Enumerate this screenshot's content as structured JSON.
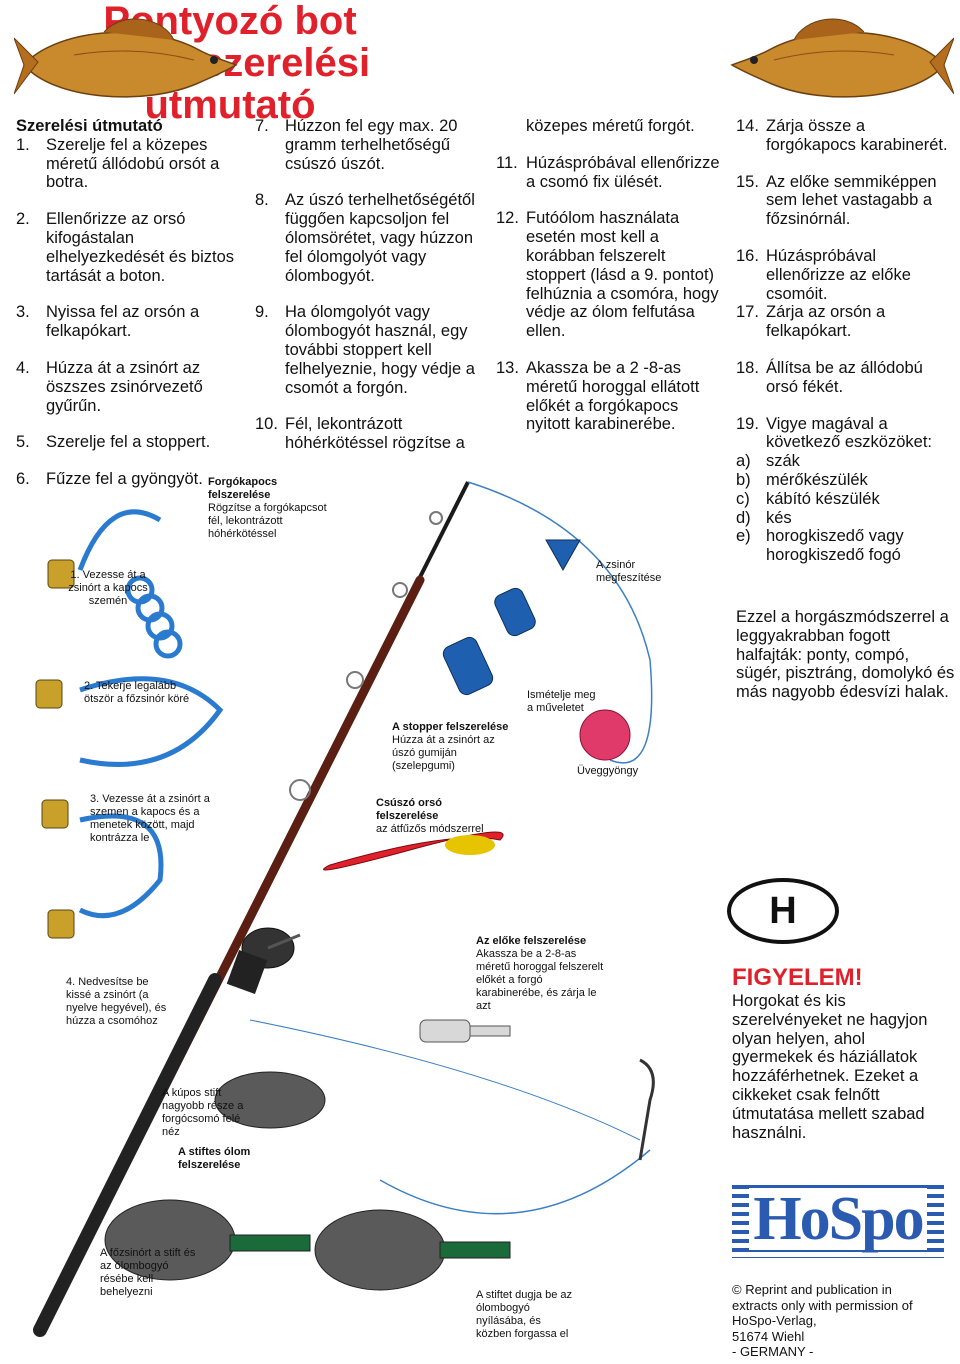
{
  "header": {
    "title_line1": "Pontyozó bot",
    "title_line2": "összeszerelési útmutató"
  },
  "col1": {
    "heading": "Szerelési útmutató",
    "items": [
      {
        "n": "1.",
        "t": "Szerelje fel a közepes méretű állódobú orsót a botra."
      },
      {
        "n": "2.",
        "t": "Ellenőrizze az orsó kifogástalan elhelyezkedését és biztos tartását a boton."
      },
      {
        "n": "3.",
        "t": "Nyissa fel az orsón a felkapókart."
      },
      {
        "n": "4.",
        "t": "Húzza át a zsinórt az öszszes zsinórvezető gyűrűn."
      },
      {
        "n": "5.",
        "t": "Szerelje fel a stoppert."
      },
      {
        "n": "6.",
        "t": "Fűzze fel a gyöngyöt."
      }
    ]
  },
  "col2": {
    "items": [
      {
        "n": "7.",
        "t": "Húzzon fel egy max. 20 gramm terhelhetőségű csúszó úszót."
      },
      {
        "n": "8.",
        "t": "Az úszó terhelhetőségétől függően kapcsoljon fel ólomsörétet, vagy húzzon fel ólomgolyót vagy ólombogyót."
      },
      {
        "n": "9.",
        "t": "Ha ólomgolyót vagy ólombogyót használ, egy további stoppert kell felhelyeznie, hogy védje a csomót a forgón."
      },
      {
        "n": "10.",
        "t": "Fél, lekontrázott hóhérkötéssel rögzítse a"
      }
    ]
  },
  "col3": {
    "cont": "közepes méretű forgót.",
    "items": [
      {
        "n": "11.",
        "t": "Húzáspróbával ellenőrizze a csomó fix ülését."
      },
      {
        "n": "12.",
        "t": "Futóólom használata esetén most kell a korábban felszerelt stoppert (lásd a 9. pontot) felhúznia a csomóra, hogy védje az ólom felfutása ellen."
      },
      {
        "n": "13.",
        "t": "Akassza be a 2 -8-as méretű horoggal ellátott előkét a forgókapocs nyitott karabinerébe."
      }
    ]
  },
  "col4": {
    "items": [
      {
        "n": "14.",
        "t": "Zárja össze a forgókapocs karabinerét."
      },
      {
        "n": "15.",
        "t": "Az előke semmiképpen sem lehet vastagabb a főzsinórnál."
      },
      {
        "n": "16.",
        "t": "Húzáspróbával ellenőrizze az előke csomóit."
      },
      {
        "n": "17.",
        "t": "Zárja az orsón a felkapókart."
      },
      {
        "n": "18.",
        "t": "Állítsa be az állódobú orsó fékét."
      },
      {
        "n": "19.",
        "t": "Vigye magával a következő eszközöket:"
      }
    ],
    "tools": [
      {
        "n": "a)",
        "t": "szák"
      },
      {
        "n": "b)",
        "t": "mérőkészülék"
      },
      {
        "n": "c)",
        "t": "kábító készülék"
      },
      {
        "n": "d)",
        "t": "kés"
      },
      {
        "n": "e)",
        "t": "horogkiszedő vagy horogkiszedő fogó"
      }
    ],
    "para": "Ezzel a horgászmódszerrel a leggyakrabban fogott halfajták: ponty, compó, sügér, pisztráng, domolykó és más nagyobb édesvízi halak."
  },
  "labels": {
    "knot1": "1. Vezesse át a zsinórt a kapocs szemén",
    "knot2": "2. Tekerje legalább ötször a főzsinór köré",
    "knot3": "3. Vezesse át a zsinórt a szemen a kapocs és a menetek között, majd kontrázza le",
    "knot4": "4. Nedvesítse be kissé a zsinórt (a nyelve hegyével), és húzza a csomóhoz",
    "swivel_title": "Forgókapocs felszerelése",
    "swivel_text": "Rögzítse a forgókapcsot fél, lekontrázott hóhérkötéssel",
    "stopper_title": "A stopper felszerelése",
    "stopper_text": "Húzza át a zsinórt az úszó gumiján (szelepgumi)",
    "tension": "A zsinór megfeszítése",
    "repeat": "Ismételje meg a műveletet",
    "bead": "Üveggyöngy",
    "float_title": "Csúszó orsó felszerelése",
    "float_text": "az átfűzős módszerrel",
    "leader_title": "Az előke felszerelése",
    "leader_text": "Akassza be a 2-8-as méretű horoggal felszerelt előkét a forgó karabinerébe, és zárja le azt",
    "cone": "A kúpos stift nagyobb része a forgócsomó felé néz",
    "pin_title": "A stiftes ólom felszerelése",
    "mainline": "A főzsinórt a stift és az ólombogyó résébe kell behelyezni",
    "pin_text": "A stiftet dugja be az ólombogyó nyílásába, és közben forgassa el"
  },
  "warning": {
    "badge": "H",
    "title": "FIGYELEM!",
    "text": "Horgokat és kis szerelvényeket ne hagyjon olyan helyen, ahol gyermekek és háziállatok hozzáférhetnek. Ezeket a cikkeket csak felnőtt útmutatása mellett szabad használni."
  },
  "brand": {
    "logo": "HoSpo",
    "copy1": "© Reprint and publication in extracts only with permission of HoSpo-Verlag,",
    "copy2": "51674 Wiehl",
    "copy3": "- GERMANY -"
  },
  "colors": {
    "red": "#e0202a",
    "blue": "#1f6fb8",
    "line": "#3b7fc4"
  }
}
